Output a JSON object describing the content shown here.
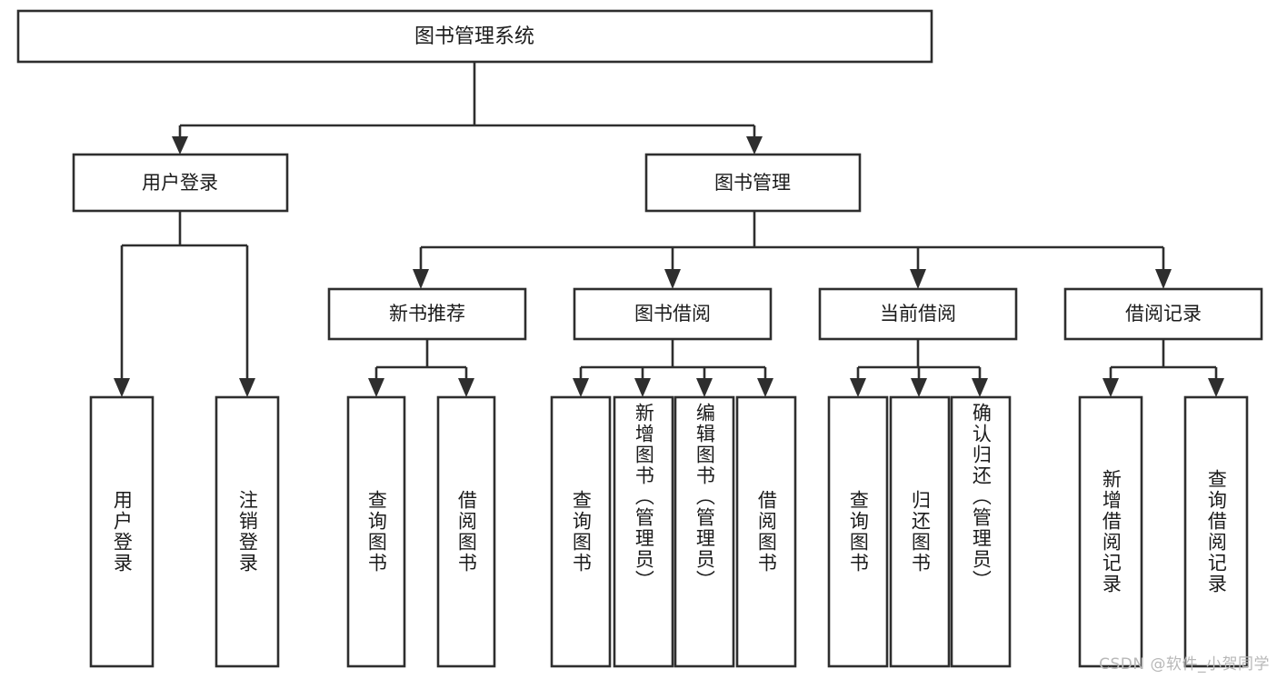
{
  "diagram": {
    "title": "图书管理系统",
    "type": "tree-hierarchy-chart",
    "orientation": "top-down",
    "watermark": "CSDN @软件_小贺同学",
    "colors": {
      "node_fill": "#ffffff",
      "node_stroke": "#2e2e2e",
      "connector": "#2e2e2e",
      "text": "#1b1b1b",
      "watermark": "#b8b8b8",
      "background": "#ffffff"
    },
    "levels": {
      "root": {
        "label": "图书管理系统"
      },
      "level2": [
        {
          "label": "用户登录"
        },
        {
          "label": "图书管理"
        }
      ],
      "level3": [
        {
          "label": "新书推荐"
        },
        {
          "label": "图书借阅"
        },
        {
          "label": "当前借阅"
        },
        {
          "label": "借阅记录"
        }
      ],
      "leaves": {
        "user_login": [
          {
            "label": "用户登录"
          },
          {
            "label": "注销登录"
          }
        ],
        "new_book_recommend": [
          {
            "label": "查询图书"
          },
          {
            "label": "借阅图书"
          }
        ],
        "book_borrow": [
          {
            "label": "查询图书"
          },
          {
            "label": "新增图书（管理员）"
          },
          {
            "label": "编辑图书（管理员）"
          },
          {
            "label": "借阅图书"
          }
        ],
        "current_borrow": [
          {
            "label": "查询图书"
          },
          {
            "label": "归还图书"
          },
          {
            "label": "确认归还（管理员）"
          }
        ],
        "borrow_records": [
          {
            "label": "新增借阅记录"
          },
          {
            "label": "查询借阅记录"
          }
        ]
      }
    }
  }
}
